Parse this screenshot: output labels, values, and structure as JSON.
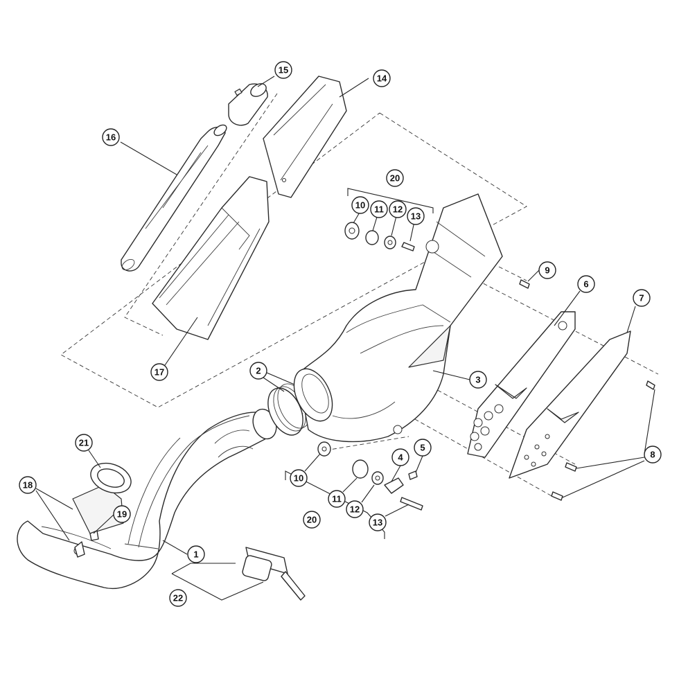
{
  "callouts": {
    "c1": "1",
    "c2": "2",
    "c3": "3",
    "c4": "4",
    "c5": "5",
    "c6": "6",
    "c7": "7",
    "c8": "8",
    "c9": "9",
    "c10a": "10",
    "c10b": "10",
    "c11a": "11",
    "c11b": "11",
    "c12a": "12",
    "c12b": "12",
    "c13a": "13",
    "c13b": "13",
    "c14": "14",
    "c15": "15",
    "c16": "16",
    "c17": "17",
    "c18": "18",
    "c19": "19",
    "c20a": "20",
    "c20b": "20",
    "c21": "21",
    "c22": "22"
  }
}
